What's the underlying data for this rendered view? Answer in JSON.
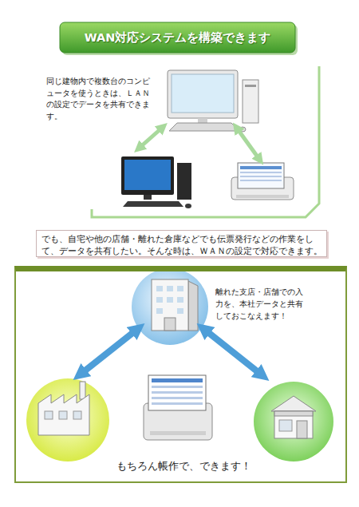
{
  "diagram": {
    "title": "WAN対応システムを構築できます",
    "nodes": [
      {
        "text": [
          "でも、自宅や他の店舗・離れた倉庫などでも伝票発行などの作業をして、データを共有したい。そんな時は、ＷＡＮの設定で対応できます。"
        ]
      },
      {
        "text": [
          "離れた支店・店舗での入力を、本社データと共有しておこなえます！",
          "もちろん帳作で、できます！"
        ]
      }
    ],
    "labels": [
      "同じ建物内で複数台のコンピュータを使うときは、ＬＡＮの設定でデータを共有できます。"
    ]
  }
}
